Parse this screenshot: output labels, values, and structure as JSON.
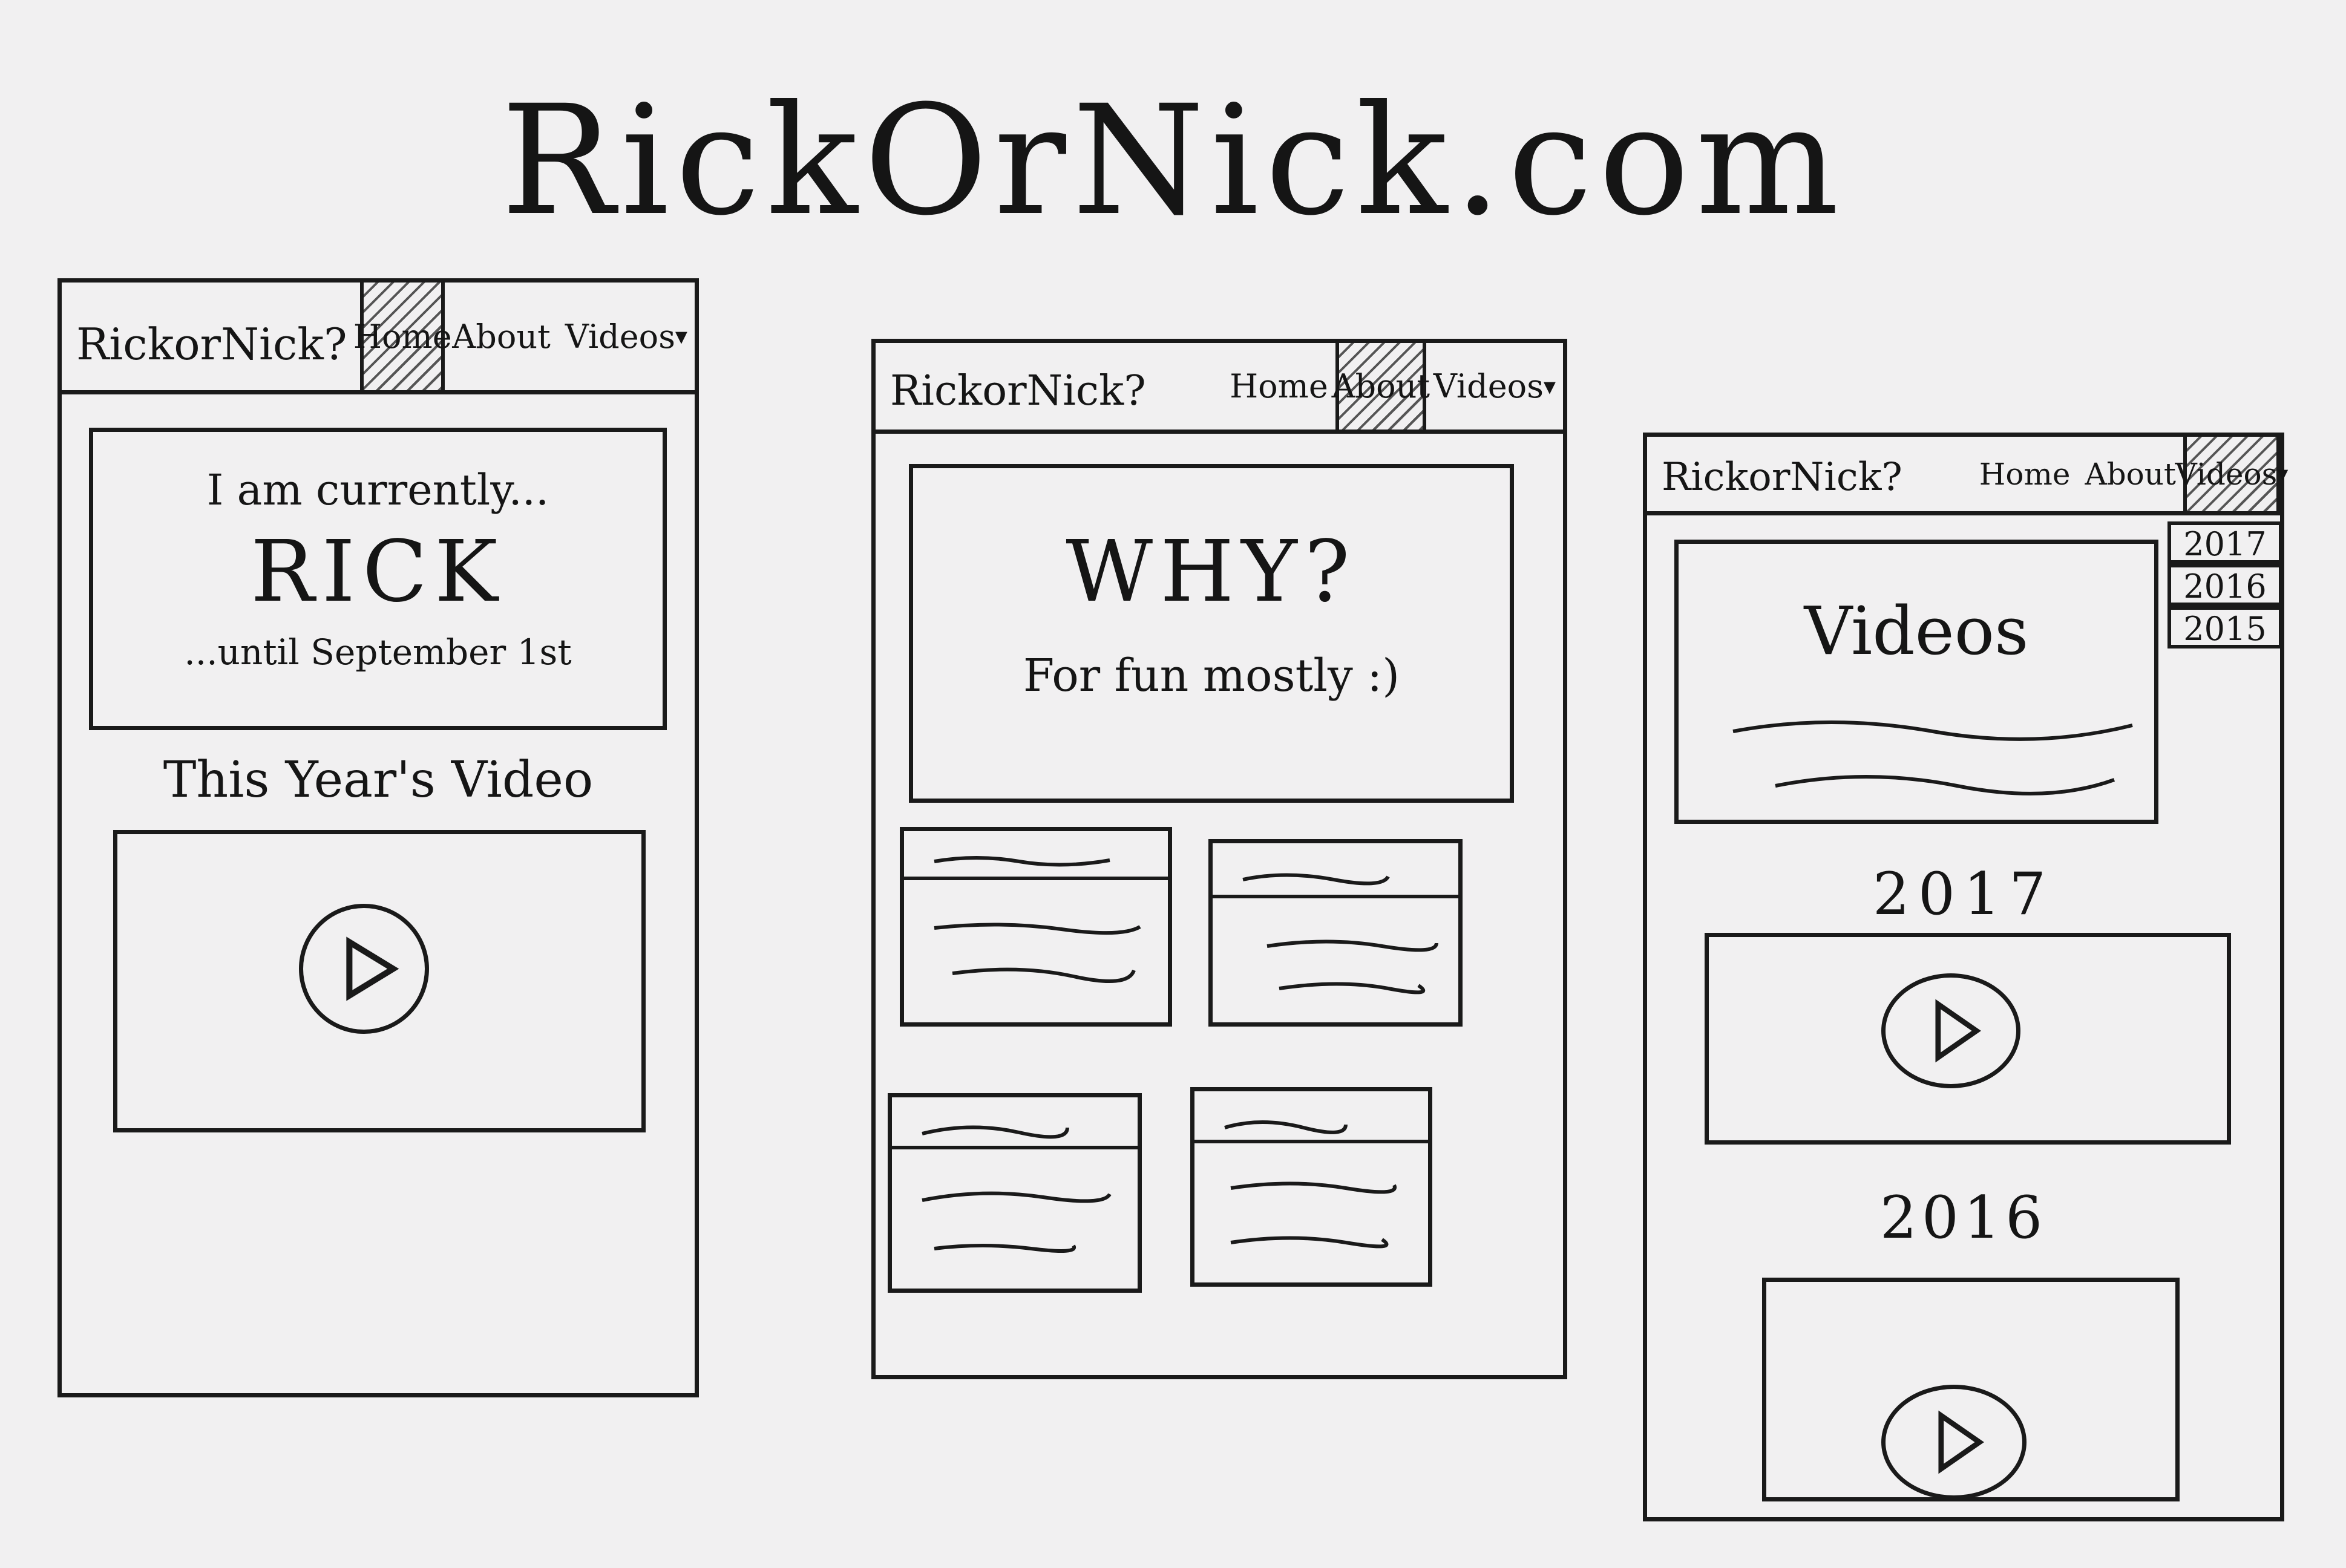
{
  "site_title": "RickOrNick.com",
  "nav": {
    "brand": "RickorNick?",
    "home": "Home",
    "about": "About",
    "videos": "Videos",
    "dropdown_arrow": "▾"
  },
  "screen_home": {
    "hero_line1": "I am currently...",
    "hero_line2": "RICK",
    "hero_line3": "...until September 1st",
    "section_title": "This Year's Video",
    "video_icon": "play-icon"
  },
  "screen_about": {
    "hero_title": "WHY?",
    "hero_subtitle": "For fun mostly :)"
  },
  "screen_videos": {
    "hero_title": "Videos",
    "dropdown_options": [
      "2017",
      "2016",
      "2015"
    ],
    "year_1": "2017",
    "year_2": "2016",
    "video_icon": "play-icon"
  }
}
